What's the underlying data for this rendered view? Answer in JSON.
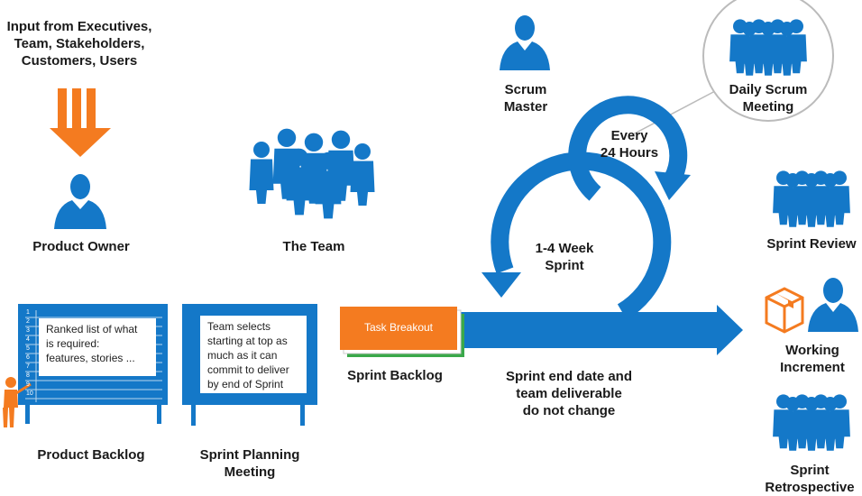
{
  "colors": {
    "blue": "#1478c8",
    "orange": "#f47b20",
    "green": "#3aa84a"
  },
  "input_label": [
    "Input from Executives,",
    "Team, Stakeholders,",
    "Customers, Users"
  ],
  "product_owner": "Product Owner",
  "the_team": "The Team",
  "scrum_master": [
    "Scrum",
    "Master"
  ],
  "daily_scrum": [
    "Daily Scrum",
    "Meeting"
  ],
  "every_24": [
    "Every",
    "24 Hours"
  ],
  "sprint_cycle": [
    "1-4 Week",
    "Sprint"
  ],
  "product_backlog": {
    "label": "Product Backlog",
    "board_text": [
      "Ranked list of what",
      "is required:",
      "features, stories ..."
    ],
    "row_numbers": [
      "1",
      "2",
      "3",
      "4",
      "5",
      "6",
      "7",
      "8",
      "9",
      "10"
    ]
  },
  "sprint_planning": {
    "label": [
      "Sprint Planning",
      "Meeting"
    ],
    "board_text": [
      "Team selects",
      "starting at top as",
      "much as it can",
      "commit to deliver",
      "by end of Sprint"
    ]
  },
  "sprint_backlog": {
    "label": "Sprint Backlog",
    "task": "Task Breakout"
  },
  "sprint_end": [
    "Sprint end date and",
    "team deliverable",
    "do not change"
  ],
  "sprint_review": "Sprint Review",
  "working_increment": [
    "Working",
    "Increment"
  ],
  "sprint_retrospective": [
    "Sprint",
    "Retrospective"
  ]
}
